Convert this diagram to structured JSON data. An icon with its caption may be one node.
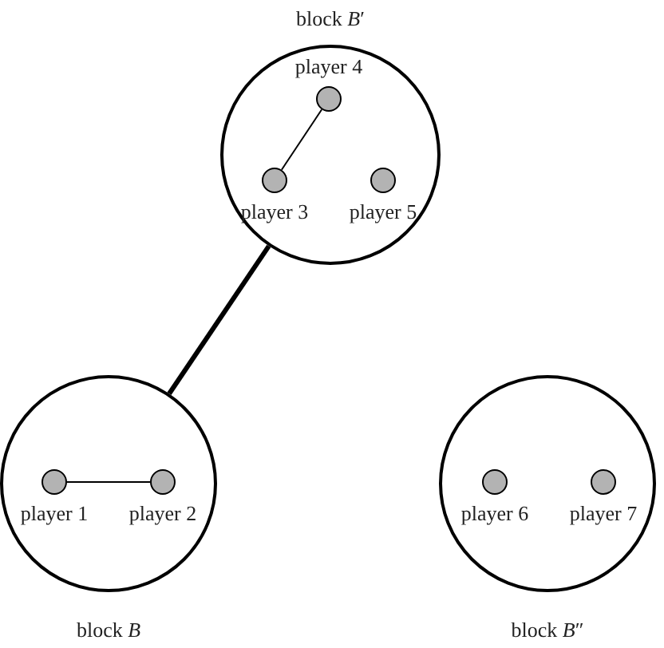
{
  "diagram": {
    "nodes": [
      {
        "text": [
          "block *B*′"
        ]
      },
      {
        "text": [
          "player 4"
        ],
        "in": 0
      },
      {
        "text": [
          "player 3"
        ],
        "in": 0
      },
      {
        "text": [
          "player 5"
        ],
        "in": 0
      },
      {
        "text": [
          "block *B*"
        ]
      },
      {
        "text": [
          "player 1"
        ],
        "in": 4
      },
      {
        "text": [
          "player 2"
        ],
        "in": 4
      },
      {
        "text": [
          "block *B*″"
        ]
      },
      {
        "text": [
          "player 6"
        ],
        "in": 7
      },
      {
        "text": [
          "player 7"
        ],
        "in": 7
      }
    ],
    "edges": [
      {
        "from": 2,
        "to": 1,
        "arrow": "none"
      },
      {
        "from": 0,
        "to": 4,
        "arrow": "none",
        "style": "thick"
      },
      {
        "from": 5,
        "to": 6,
        "arrow": "none"
      }
    ]
  }
}
